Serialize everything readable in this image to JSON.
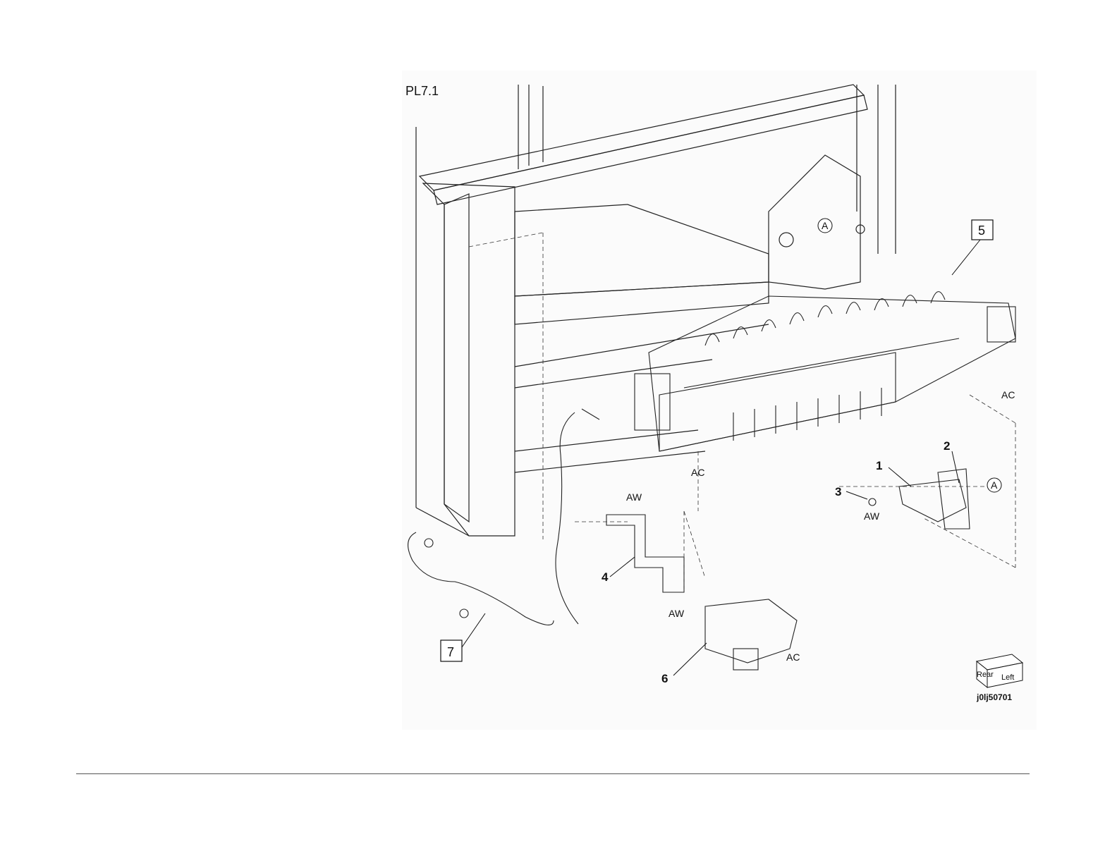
{
  "figure": {
    "title": "PL7.1",
    "figure_id": "j0lj50701",
    "orientation": {
      "top": "Rear",
      "side": "Left"
    },
    "callouts": [
      {
        "id": "1",
        "text": "1",
        "boxed": false
      },
      {
        "id": "2",
        "text": "2",
        "boxed": false
      },
      {
        "id": "3",
        "text": "3",
        "boxed": false
      },
      {
        "id": "4",
        "text": "4",
        "boxed": false
      },
      {
        "id": "5",
        "text": "5",
        "boxed": true
      },
      {
        "id": "6",
        "text": "6",
        "boxed": false
      },
      {
        "id": "7",
        "text": "7",
        "boxed": true
      }
    ],
    "codes": [
      {
        "id": "ac1",
        "text": "AC"
      },
      {
        "id": "ac2",
        "text": "AC"
      },
      {
        "id": "ac3",
        "text": "AC"
      },
      {
        "id": "aw1",
        "text": "AW"
      },
      {
        "id": "aw2",
        "text": "AW"
      },
      {
        "id": "aw3",
        "text": "AW"
      }
    ],
    "markers": [
      {
        "id": "a1",
        "text": "A"
      },
      {
        "id": "a2",
        "text": "A"
      }
    ]
  }
}
